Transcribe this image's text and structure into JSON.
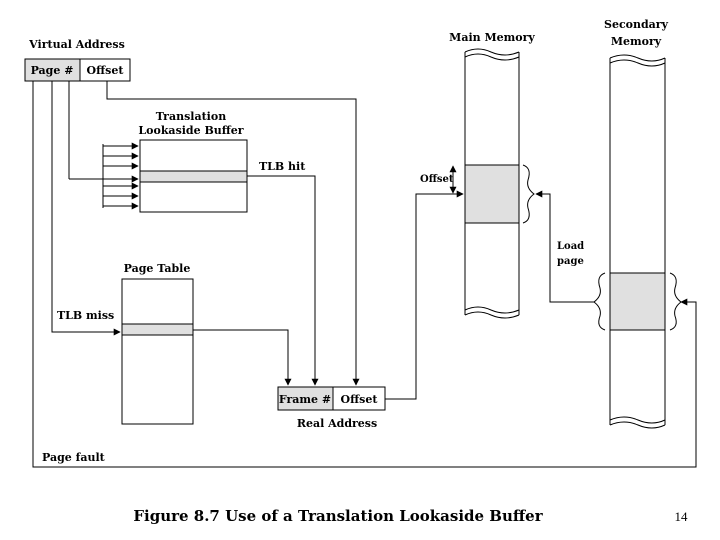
{
  "diagram": {
    "virtual_address": {
      "title": "Virtual Address",
      "page_label": "Page #",
      "offset_label": "Offset"
    },
    "tlb": {
      "title_line1": "Translation",
      "title_line2": "Lookaside Buffer",
      "hit_label": "TLB hit"
    },
    "page_table": {
      "title": "Page Table",
      "miss_label": "TLB miss"
    },
    "real_address": {
      "title": "Real Address",
      "frame_label": "Frame #",
      "offset_label": "Offset"
    },
    "main_memory": {
      "title": "Main Memory",
      "offset_label": "Offset"
    },
    "secondary_memory": {
      "title_line1": "Secondary",
      "title_line2": "Memory"
    },
    "load_page": {
      "line1": "Load",
      "line2": "page"
    },
    "page_fault_label": "Page fault",
    "colors": {
      "highlight": "#e0e0e0",
      "line": "#000000",
      "background": "#ffffff"
    }
  },
  "caption": "Figure 8.7 Use of a Translation Lookaside Buffer",
  "page_number": "14"
}
